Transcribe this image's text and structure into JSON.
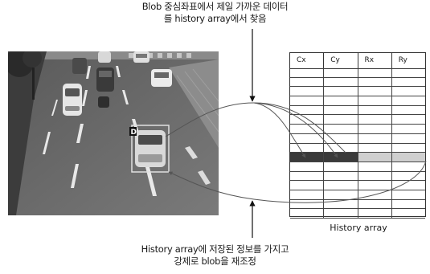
{
  "captions": {
    "top_line1": "Blob 중심좌표에서 제일 가까운 데이터",
    "top_line2": "를 history array에서 찾음",
    "bottom_line1": "History array에 저장된 정보를 가지고",
    "bottom_line2": "강제로 blob을 재조정"
  },
  "history_table": {
    "caption": "History array",
    "columns": [
      "Cx",
      "Cy",
      "Rx",
      "Ry"
    ],
    "row_count": 16,
    "highlighted_row": 9
  },
  "photo": {
    "tracked_label": "D"
  },
  "colors": {
    "highlight_dark": "#3a3a3a",
    "highlight_light": "#cfcfcf",
    "tracking_box": "#e0e0e0"
  }
}
